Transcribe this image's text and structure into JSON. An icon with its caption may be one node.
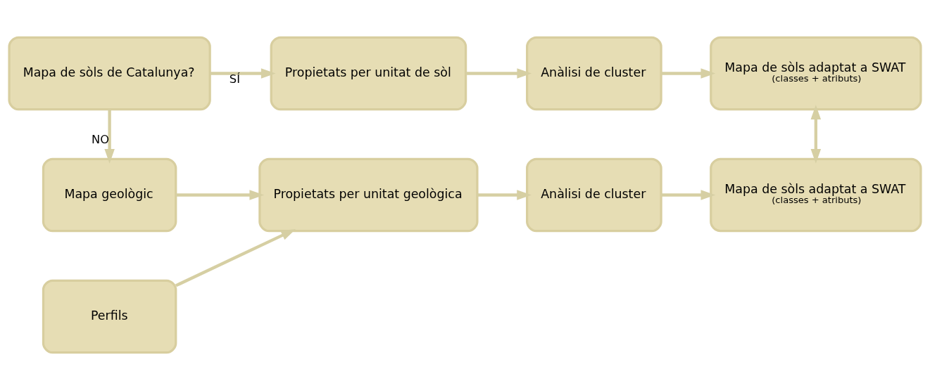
{
  "diagram": {
    "nodes": [
      {
        "text": [
          "Mapa de sòls de Catalunya?"
        ]
      },
      {
        "text": [
          "Propietats per unitat de sòl"
        ]
      },
      {
        "text": [
          "Anàlisi de cluster"
        ]
      },
      {
        "text": [
          "Mapa de sòls adaptat a SWAT",
          "(classes + atributs)"
        ]
      },
      {
        "text": [
          "Perfils"
        ]
      },
      {
        "text": [
          "Mapa geològic"
        ]
      },
      {
        "text": [
          "Propietats per unitat geològica"
        ]
      },
      {
        "text": [
          "Anàlisi de cluster"
        ]
      },
      {
        "text": [
          "Mapa de sòls adaptat a SWAT",
          "(classes + atributs)"
        ]
      }
    ],
    "edges": [
      {
        "from": 0,
        "to": 1,
        "arrow": "to",
        "label": "SÍ"
      },
      {
        "from": 1,
        "to": 2,
        "arrow": "to"
      },
      {
        "from": 2,
        "to": 3,
        "arrow": "to"
      },
      {
        "from": 0,
        "to": 5,
        "arrow": "to",
        "label": "NO"
      },
      {
        "from": 5,
        "to": 6,
        "arrow": "to"
      },
      {
        "from": 4,
        "to": 6,
        "arrow": "to"
      },
      {
        "from": 6,
        "to": 7,
        "arrow": "to"
      },
      {
        "from": 7,
        "to": 8,
        "arrow": "to"
      },
      {
        "from": 3,
        "to": 8,
        "arrow": "both"
      }
    ]
  }
}
